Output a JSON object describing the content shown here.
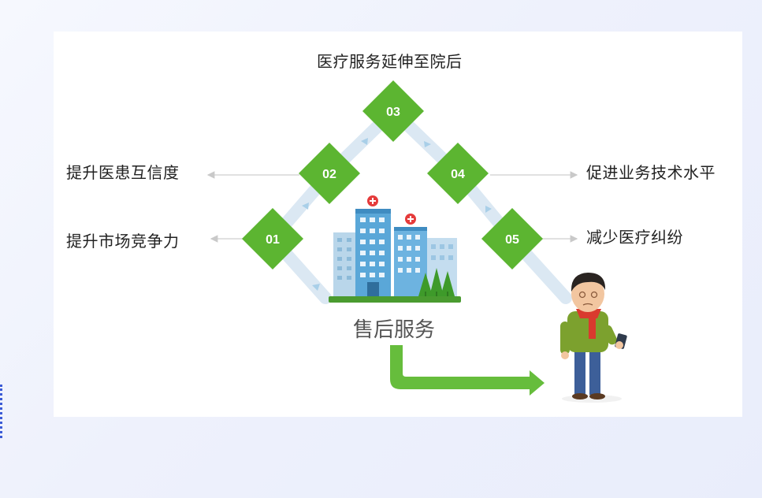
{
  "diagram": {
    "center_label": "售后服务",
    "nodes": [
      {
        "number": "01",
        "label": "提升市场竞争力"
      },
      {
        "number": "02",
        "label": "提升医患互信度"
      },
      {
        "number": "03",
        "label": "医疗服务延伸至院后"
      },
      {
        "number": "04",
        "label": "促进业务技术水平"
      },
      {
        "number": "05",
        "label": "减少医疗纠纷"
      }
    ]
  },
  "colors": {
    "node_green": "#5cb531",
    "arrow_green": "#66bd3c",
    "path_light_blue": "#d9e8f4",
    "building_blue": "#5aa7d8",
    "page_background": "#eef1fc"
  }
}
